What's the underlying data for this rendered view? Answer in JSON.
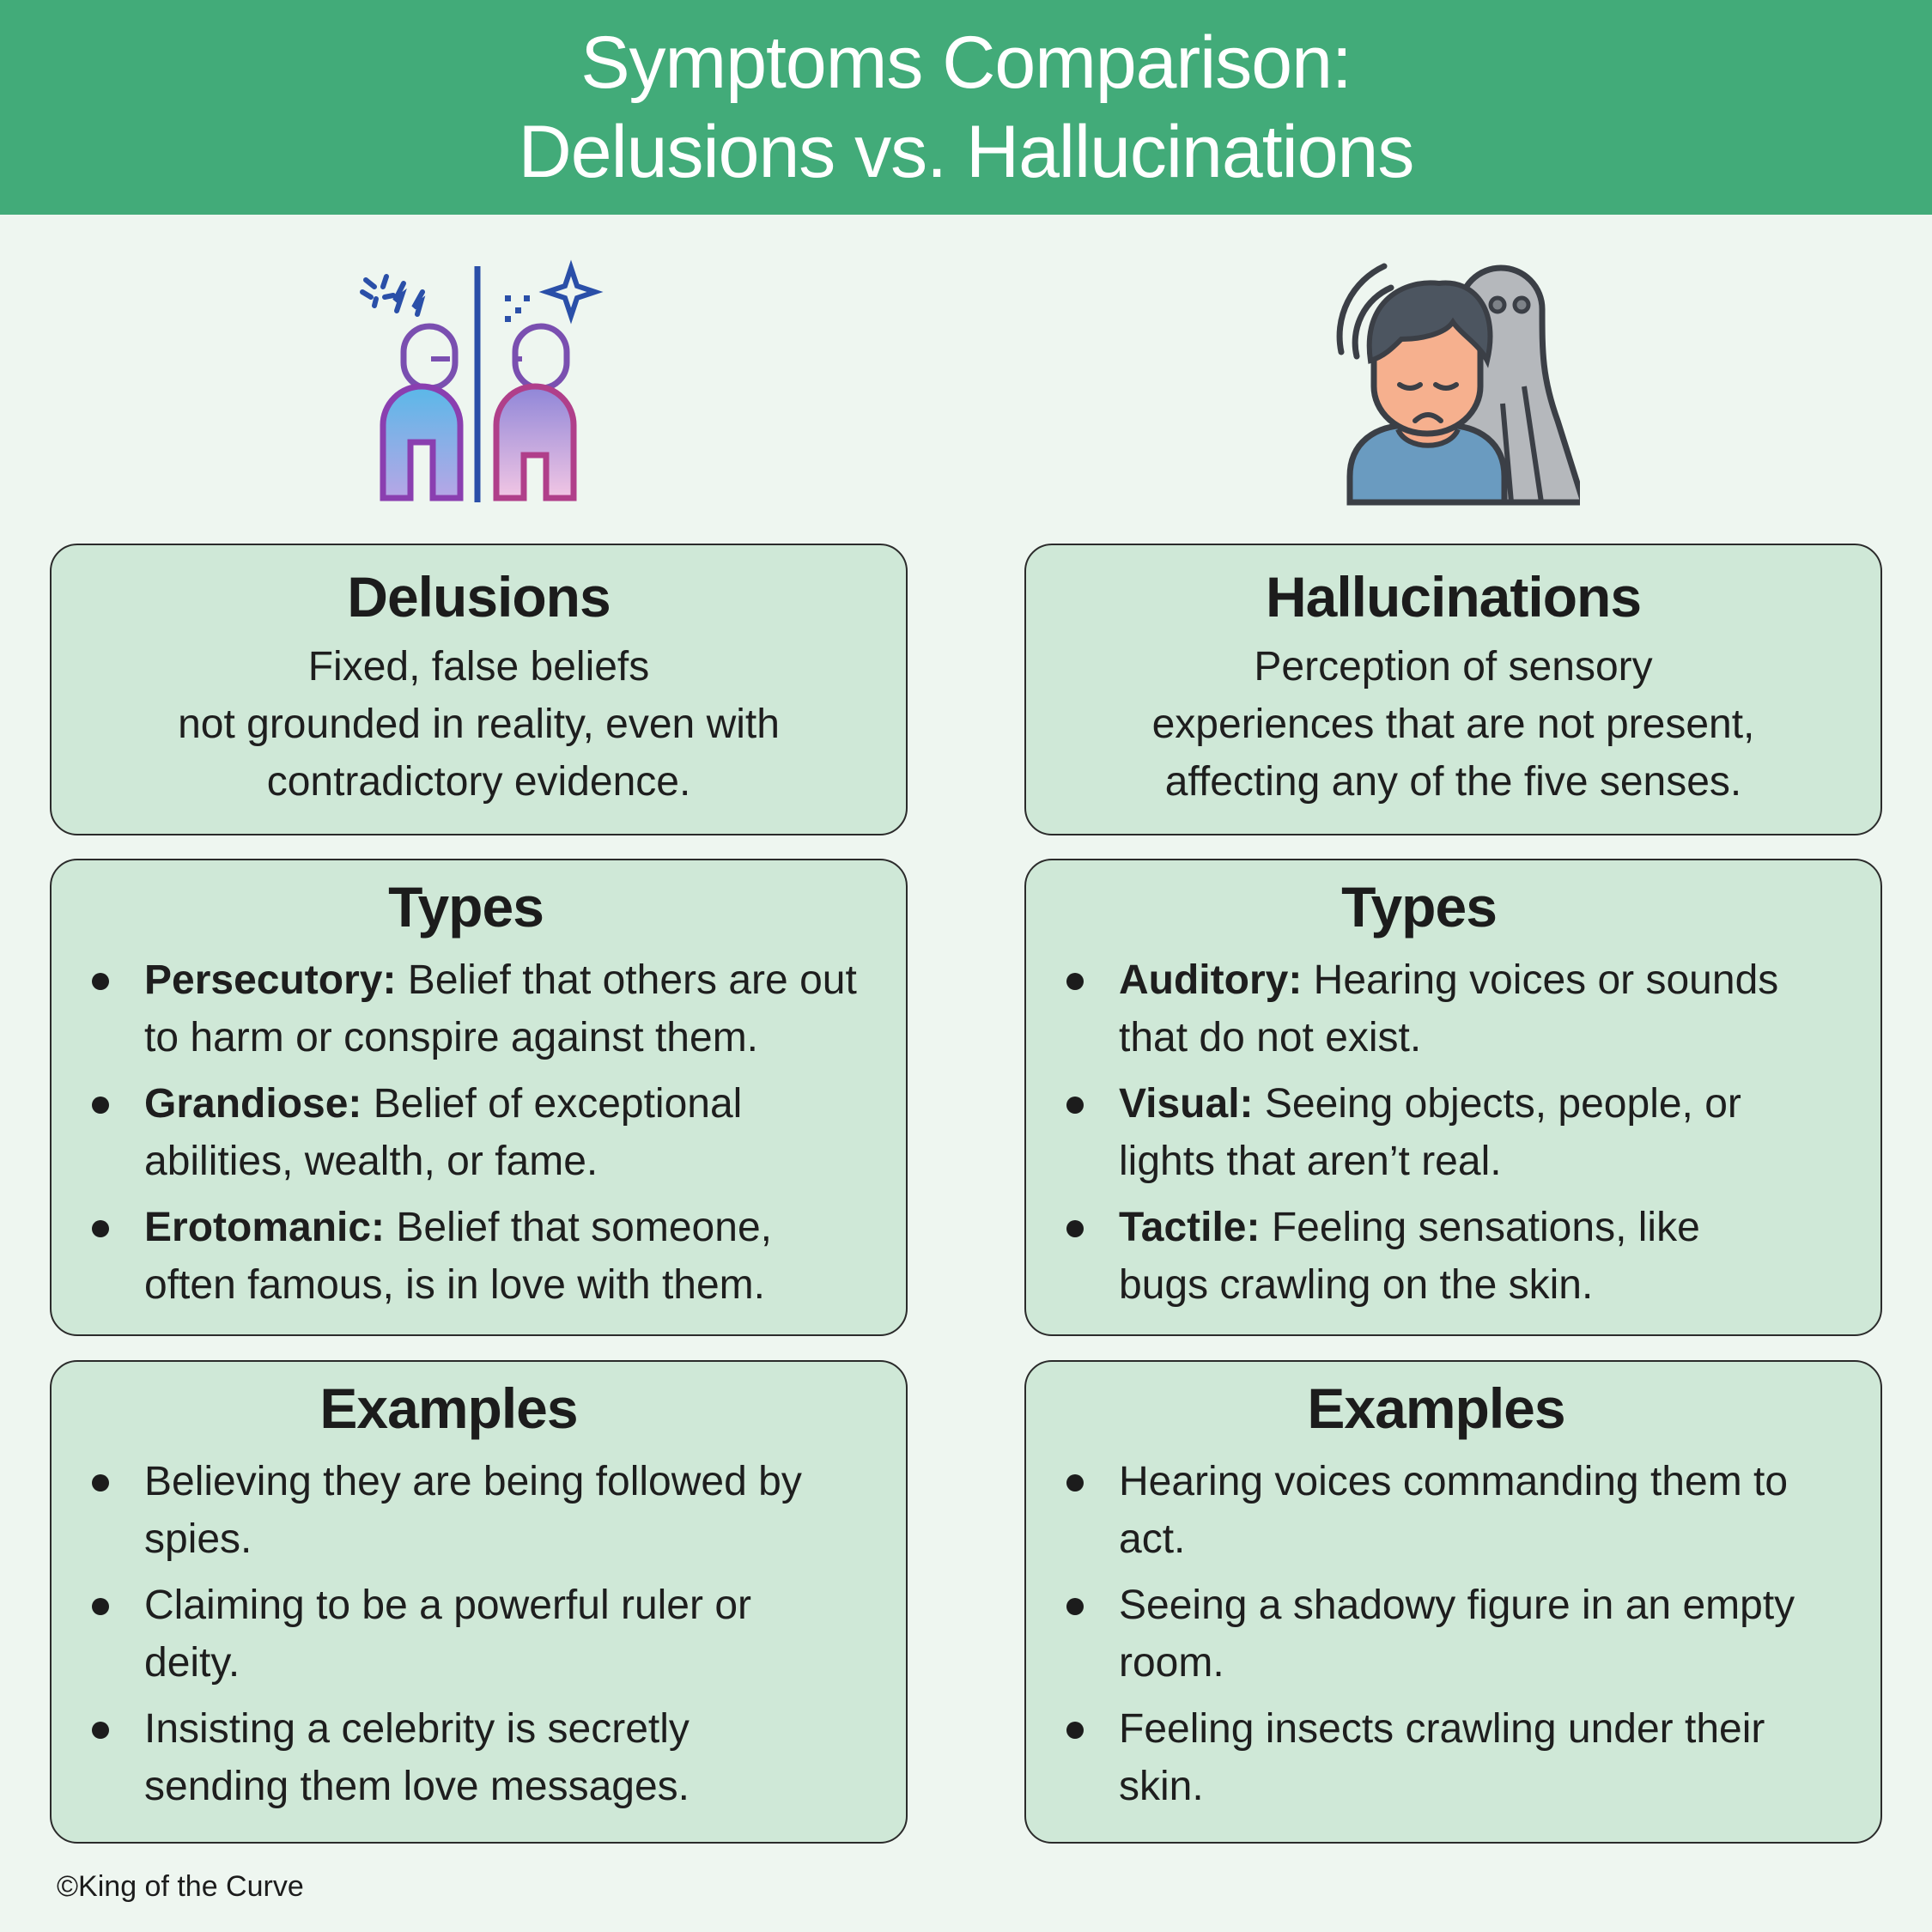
{
  "header": {
    "title_line1": "Symptoms Comparison:",
    "title_line2": "Delusions vs. Hallucinations",
    "background_color": "#42ab79"
  },
  "icons": {
    "left": "two-people-conflict-icon",
    "right": "anxious-person-with-shadow-figure-icon"
  },
  "delusions": {
    "title": "Delusions",
    "description_lines": [
      "Fixed, false beliefs",
      "not grounded in reality, even with",
      "contradictory evidence."
    ],
    "types_title": "Types",
    "types": [
      {
        "term": "Persecutory:",
        "text": " Belief that others are out to harm or conspire against them."
      },
      {
        "term": "Grandiose:",
        "text": " Belief of exceptional abilities, wealth, or fame."
      },
      {
        "term": "Erotomanic:",
        "text": " Belief that someone, often famous, is in love with them."
      }
    ],
    "examples_title": "Examples",
    "examples": [
      "Believing they are being followed by spies.",
      "Claiming to be a powerful ruler or deity.",
      "Insisting a celebrity is secretly sending them love messages."
    ]
  },
  "hallucinations": {
    "title": "Hallucinations",
    "description_lines": [
      "Perception of sensory",
      "experiences that are not present,",
      "affecting any of the five senses."
    ],
    "types_title": "Types",
    "types": [
      {
        "term": "Auditory:",
        "text": " Hearing voices or sounds that do not exist."
      },
      {
        "term": "Visual:",
        "text": " Seeing objects, people, or lights that aren’t real."
      },
      {
        "term": "Tactile:",
        "text": " Feeling sensations, like bugs crawling on the skin."
      }
    ],
    "examples_title": "Examples",
    "examples": [
      "Hearing voices commanding them to act.",
      "Seeing a shadowy figure in an empty room.",
      "Feeling insects crawling under their skin."
    ]
  },
  "footer": {
    "copyright": "©King of the Curve"
  },
  "colors": {
    "page_background": "#eef6f0",
    "card_background": "#cfe8d7",
    "card_border": "#2b2b2b"
  }
}
